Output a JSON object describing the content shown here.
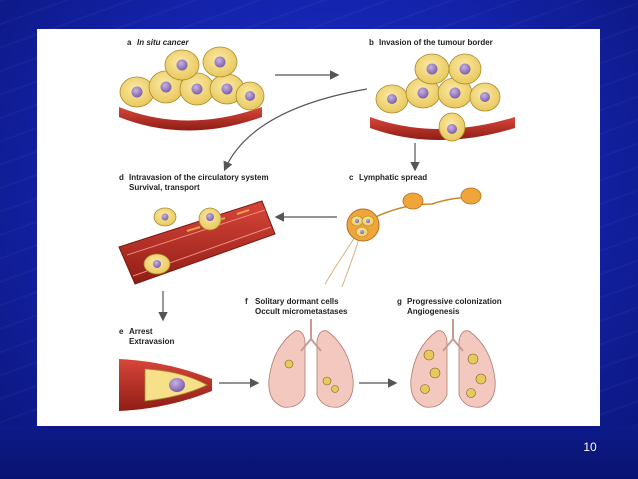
{
  "slide": {
    "number": "10"
  },
  "diagram": {
    "panels": {
      "a": {
        "letter": "a",
        "title": "In situ cancer"
      },
      "b": {
        "letter": "b",
        "title": "Invasion of the tumour border"
      },
      "c": {
        "letter": "c",
        "title": "Lymphatic spread"
      },
      "d": {
        "letter": "d",
        "title": "Intravasion of the circulatory system",
        "subtitle": "Survival, transport"
      },
      "e": {
        "letter": "e",
        "title": "Arrest",
        "subtitle": "Extravasion"
      },
      "f": {
        "letter": "f",
        "title": "Solitary dormant cells",
        "subtitle": "Occult micrometastases"
      },
      "g": {
        "letter": "g",
        "title": "Progressive colonization",
        "subtitle": "Angiogenesis"
      }
    }
  },
  "colors": {
    "background": "#1322a8",
    "cell_fill": "#f7e08a",
    "nucleus": "#9a7ec4",
    "vessel": "#b8281e",
    "lung": "#f3c9bf",
    "lymph": "#f0a53a"
  }
}
